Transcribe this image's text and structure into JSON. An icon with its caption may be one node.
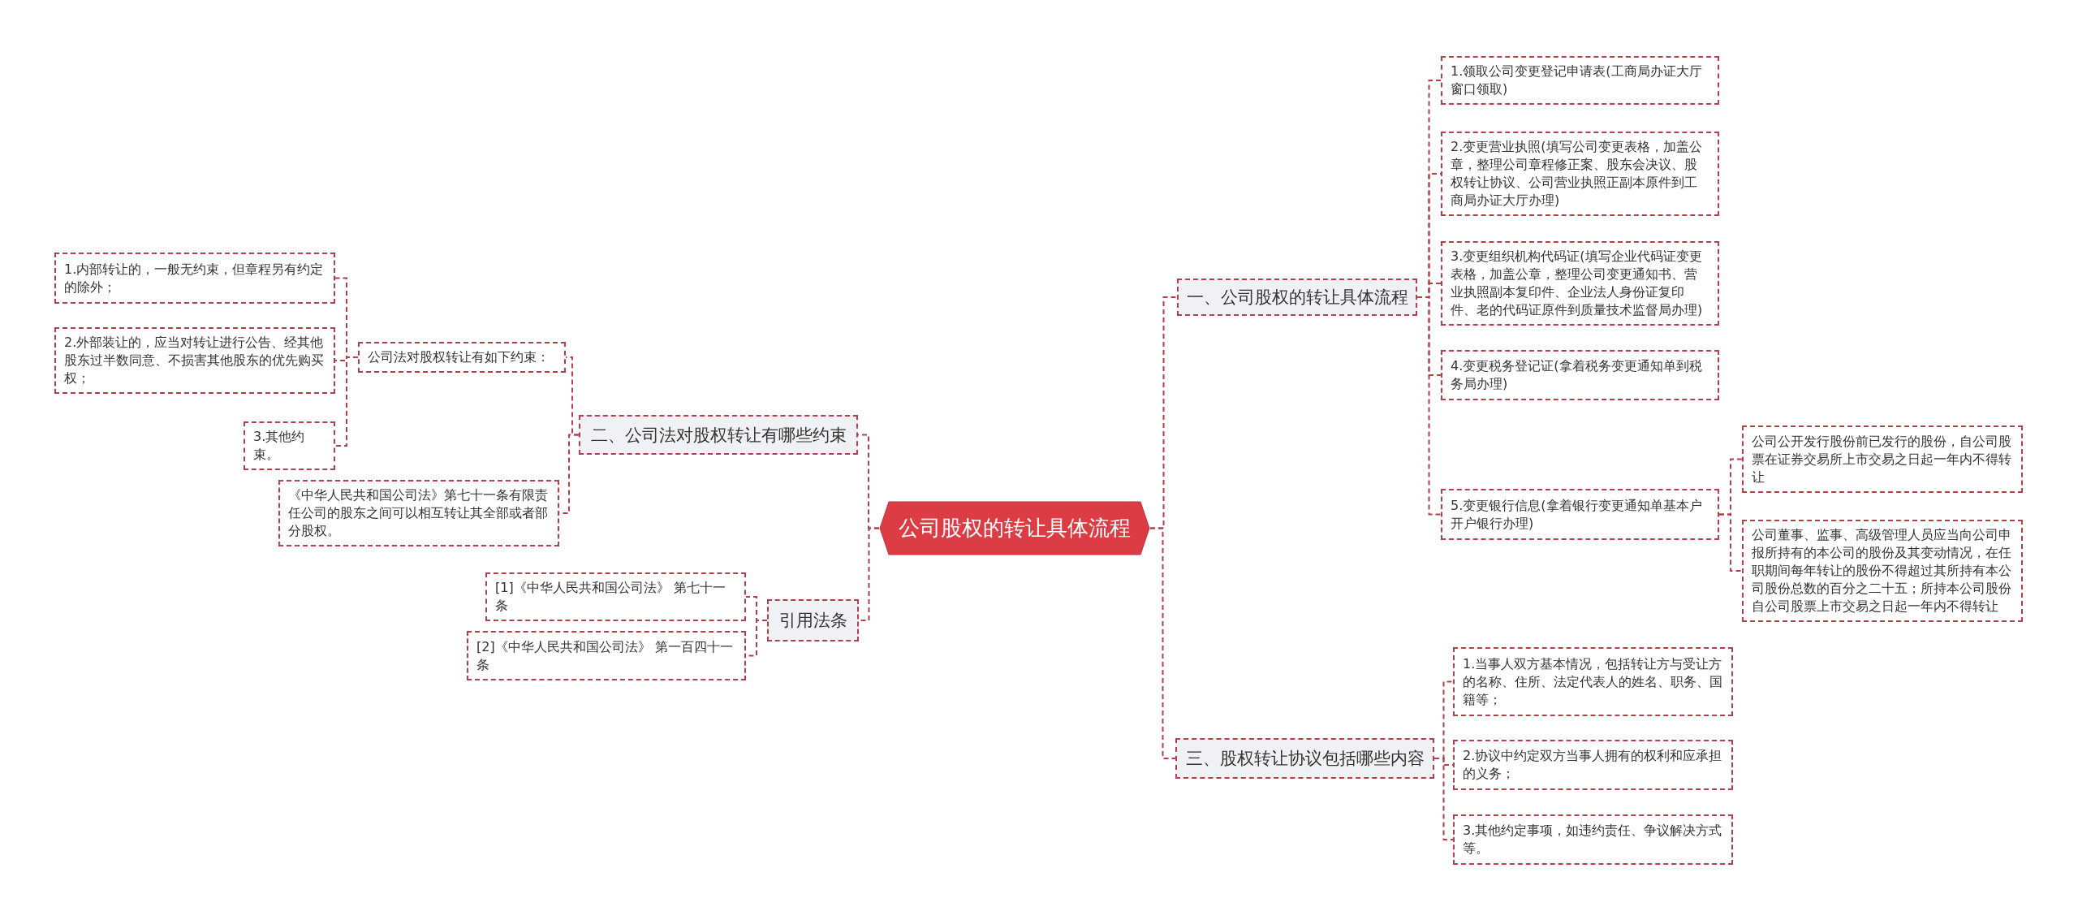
{
  "diagram": {
    "nodes": [
      {
        "text": [
          "公司股权的转让具体流程"
        ]
      },
      {
        "text": [
          "一、公司股权的转让具体流程"
        ]
      },
      {
        "text": [
          "二、公司法对股权转让有哪些约束"
        ]
      },
      {
        "text": [
          "引用法条"
        ]
      },
      {
        "text": [
          "三、股权转让协议包括哪些内容"
        ]
      },
      {
        "text": [
          "1.领取公司变更登记申请表(工商局办证大厅窗口领取)"
        ]
      },
      {
        "text": [
          "2.变更营业执照(填写公司变更表格，加盖公章，整理公司章程修正案、股东会决议、股权转让协议、公司营业执照正副本原件到工商局办证大厅办理)"
        ]
      },
      {
        "text": [
          "3.变更组织机构代码证(填写企业代码证变更表格，加盖公章，整理公司变更通知书、营业执照副本复印件、企业法人身份证复印件、老的代码证原件到质量技术监督局办理)"
        ]
      },
      {
        "text": [
          "4.变更税务登记证(拿着税务变更通知单到税务局办理)"
        ]
      },
      {
        "text": [
          "5.变更银行信息(拿着银行变更通知单基本户开户银行办理)"
        ]
      },
      {
        "text": [
          "公司公开发行股份前已发行的股份，自公司股票在证券交易所上市交易之日起一年内不得转让"
        ]
      },
      {
        "text": [
          "公司董事、监事、高级管理人员应当向公司申报所持有的本公司的股份及其变动情况，在任职期间每年转让的股份不得超过其所持有本公司股份总数的百分之二十五；所持本公司股份自公司股票上市交易之日起一年内不得转让"
        ]
      },
      {
        "text": [
          "公司法对股权转让有如下约束："
        ]
      },
      {
        "text": [
          "《中华人民共和国公司法》第七十一条有限责任公司的股东之间可以相互转让其全部或者部分股权。"
        ]
      },
      {
        "text": [
          "1.内部转让的，一般无约束，但章程另有约定的除外；"
        ]
      },
      {
        "text": [
          "2.外部装让的，应当对转让进行公告、经其他股东过半数同意、不损害其他股东的优先购买权；"
        ]
      },
      {
        "text": [
          "3.其他约束。"
        ]
      },
      {
        "text": [
          "[1]《中华人民共和国公司法》 第七十一条"
        ]
      },
      {
        "text": [
          "[2]《中华人民共和国公司法》 第一百四十一条"
        ]
      },
      {
        "text": [
          "1.当事人双方基本情况，包括转让方与受让方的名称、住所、法定代表人的姓名、职务、国籍等；"
        ]
      },
      {
        "text": [
          "2.协议中约定双方当事人拥有的权利和应承担的义务；"
        ]
      },
      {
        "text": [
          "3.其他约定事项，如违约责任、争议解决方式等。"
        ]
      }
    ],
    "edges": [
      {
        "from": 0,
        "to": 1,
        "arrow": "none"
      },
      {
        "from": 0,
        "to": 2,
        "arrow": "none"
      },
      {
        "from": 0,
        "to": 3,
        "arrow": "none"
      },
      {
        "from": 0,
        "to": 4,
        "arrow": "none"
      },
      {
        "from": 1,
        "to": 5,
        "arrow": "none"
      },
      {
        "from": 1,
        "to": 6,
        "arrow": "none"
      },
      {
        "from": 1,
        "to": 7,
        "arrow": "none"
      },
      {
        "from": 1,
        "to": 8,
        "arrow": "none"
      },
      {
        "from": 1,
        "to": 9,
        "arrow": "none"
      },
      {
        "from": 9,
        "to": 10,
        "arrow": "none"
      },
      {
        "from": 9,
        "to": 11,
        "arrow": "none"
      },
      {
        "from": 2,
        "to": 12,
        "arrow": "none"
      },
      {
        "from": 2,
        "to": 13,
        "arrow": "none"
      },
      {
        "from": 12,
        "to": 14,
        "arrow": "none"
      },
      {
        "from": 12,
        "to": 15,
        "arrow": "none"
      },
      {
        "from": 12,
        "to": 16,
        "arrow": "none"
      },
      {
        "from": 3,
        "to": 17,
        "arrow": "none"
      },
      {
        "from": 3,
        "to": 18,
        "arrow": "none"
      },
      {
        "from": 4,
        "to": 19,
        "arrow": "none"
      },
      {
        "from": 4,
        "to": 20,
        "arrow": "none"
      },
      {
        "from": 4,
        "to": 21,
        "arrow": "none"
      }
    ]
  }
}
